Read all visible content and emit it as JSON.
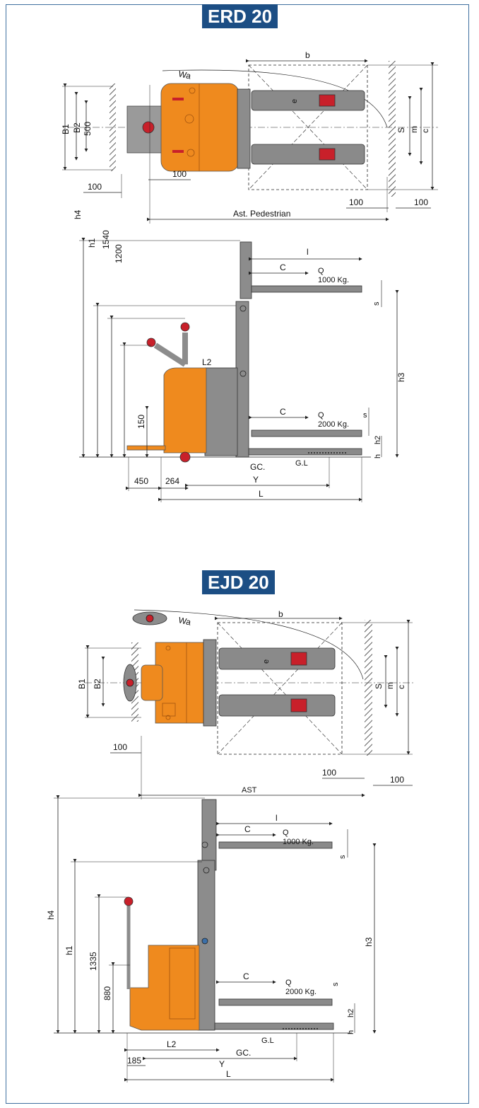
{
  "erd": {
    "title": "ERD 20",
    "top_view": {
      "wa": "Wa",
      "b": "b",
      "B1": "B1",
      "B2": "B2",
      "dim500": "500",
      "S": "S",
      "m": "m",
      "c": "c",
      "e": "e",
      "d100_left": "100",
      "d100_mid": "100",
      "d100_right_inner": "100",
      "d100_right_outer": "100",
      "ast": "Ast. Pedestrian"
    },
    "side_view": {
      "l": "l",
      "C_top": "C",
      "Q_top": "Q",
      "load_top": "1000 Kg.",
      "s_top": "s",
      "h4": "h4",
      "h1": "h1",
      "d1540": "1540",
      "d1200": "1200",
      "L2": "L2",
      "h3": "h3",
      "d150": "150",
      "C_bot": "C",
      "Q_bot": "Q",
      "load_bot": "2000 Kg.",
      "s_bot": "s",
      "h2": "h2",
      "h": "h",
      "GC": "GC.",
      "GL": "G.L",
      "d450": "450",
      "d264": "264",
      "Y": "Y",
      "L": "L"
    }
  },
  "ejd": {
    "title": "EJD 20",
    "top_view": {
      "wa": "Wa",
      "b": "b",
      "B1": "B1",
      "B2": "B2",
      "S": "S",
      "m": "m",
      "c": "c",
      "e": "e",
      "d100_left": "100",
      "d100_mid": "100",
      "d100_right": "100",
      "ast": "AST"
    },
    "side_view": {
      "l": "l",
      "C_top": "C",
      "Q_top": "Q",
      "load_top": "1000 Kg.",
      "s_top": "s",
      "h4": "h4",
      "h1": "h1",
      "d1335": "1335",
      "d880": "880",
      "h3": "h3",
      "C_bot": "C",
      "Q_bot": "Q",
      "load_bot": "2000 Kg.",
      "s_bot": "s",
      "h2": "h2",
      "h": "h",
      "GL": "G.L",
      "GC": "GC.",
      "L2": "L2",
      "d185": "185",
      "Y": "Y",
      "L": "L"
    }
  },
  "colors": {
    "frame": "#3f6fa0",
    "badge": "#1c4e84",
    "body": "#ef8a1e",
    "mast": "#8c8c8c",
    "fork": "#8a8a8a",
    "handle_red": "#c8202a"
  }
}
